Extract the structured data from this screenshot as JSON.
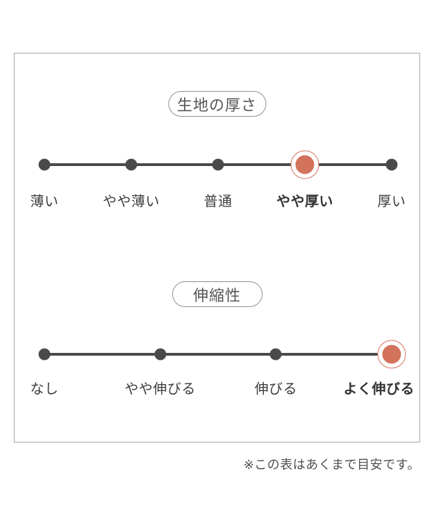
{
  "note": {
    "text": "※この表はあくまで目安です。"
  },
  "colors": {
    "accent": "#d3735c",
    "line": "#4a4a4a",
    "label": "#3c3c3c",
    "pill-border": "#8f8f8f",
    "pill-text": "#555555",
    "panel-border": "#a3a3a3",
    "note": "#4f4f4f"
  },
  "chart_data": [
    {
      "type": "line",
      "subtype": "rating-scale",
      "title": "生地の厚さ",
      "categories": [
        "薄い",
        "やや薄い",
        "普通",
        "やや厚い",
        "厚い"
      ],
      "selected_index": 3,
      "selected_label": "やや厚い",
      "legend_position": "none",
      "grid": false
    },
    {
      "type": "line",
      "subtype": "rating-scale",
      "title": "伸縮性",
      "categories": [
        "なし",
        "やや伸びる",
        "伸びる",
        "よく伸びる"
      ],
      "selected_index": 3,
      "selected_label": "よく伸びる",
      "legend_position": "none",
      "grid": false
    }
  ]
}
